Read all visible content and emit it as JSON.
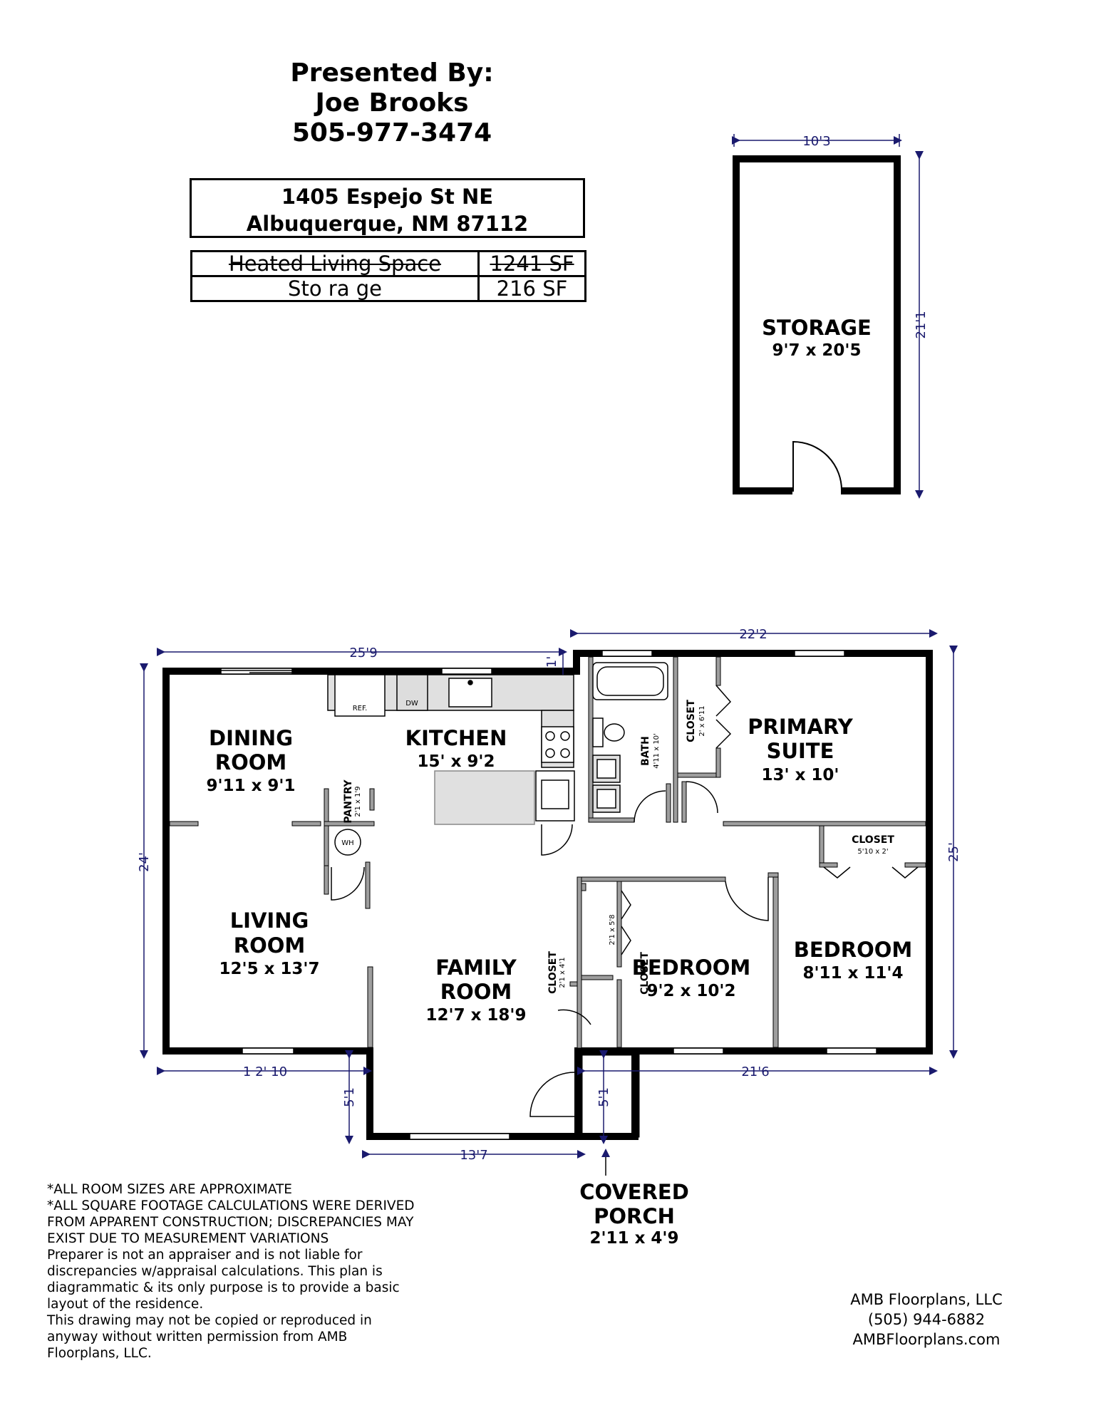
{
  "header": {
    "line1": "Presented By:",
    "line2": "Joe Brooks",
    "line3": "505-977-3474"
  },
  "address": {
    "line1": "1405 Espejo St NE",
    "line2": "Albuquerque, NM 87112"
  },
  "area_table": [
    {
      "label": "Heated Living Space",
      "value": "1241 SF"
    },
    {
      "label": "Sto ra ge",
      "value": "216 SF"
    }
  ],
  "rooms": {
    "storage": {
      "name": "STORAGE",
      "size": "9'7 x 20'5"
    },
    "dining": {
      "name1": "DINING",
      "name2": "ROOM",
      "size": "9'11 x 9'1"
    },
    "kitchen": {
      "name": "KITCHEN",
      "size": "15' x 9'2"
    },
    "primary": {
      "name1": "PRIMARY",
      "name2": "SUITE",
      "size": "13' x 10'"
    },
    "living": {
      "name1": "LIVING",
      "name2": "ROOM",
      "size": "12'5 x 13'7"
    },
    "family": {
      "name1": "FAMILY",
      "name2": "ROOM",
      "size": "12'7 x 18'9"
    },
    "bedroom2": {
      "name": "BEDROOM",
      "size": "9'2 x 10'2"
    },
    "bedroom3": {
      "name": "BEDROOM",
      "size": "8'11 x 11'4"
    },
    "porch": {
      "name1": "COVERED",
      "name2": "PORCH",
      "size": "2'11 x 4'9"
    }
  },
  "small_labels": {
    "closet_primary": "CLOSET",
    "closet_primary_size": "2' x 6'11",
    "bath": "BATH",
    "bath_size": "4'11 x 10'",
    "pantry": "PANTRY",
    "pantry_size": "2'1 x 1'9",
    "wh": "WH",
    "closet_hall": "CLOSET",
    "closet_hall_size": "5'10 x 2'",
    "closet_bed_size": "2'1 x 5'8",
    "closet_bed": "CLOSET",
    "closet_family": "CLOSET",
    "closet_family_size": "2'1 x 4'1",
    "ref": "REF.",
    "dw": "DW"
  },
  "dimensions": {
    "storage_width": "10'3",
    "storage_depth": "21'1",
    "house_top_left": "25'9",
    "house_top_right": "22'2",
    "offset_top": "1'",
    "house_left": "24'",
    "house_right": "25'",
    "bottom_left": "1 2' 10",
    "bottom_right": "21'6",
    "bump_left": "5'1",
    "bump_right": "5'1",
    "bump_width": "13'7"
  },
  "notes": [
    "*ALL ROOM SIZES ARE APPROXIMATE",
    "*ALL SQUARE FOOTAGE CALCULATIONS WERE DERIVED FROM APPARENT CONSTRUCTION; DISCREPANCIES MAY EXIST DUE TO MEASUREMENT VARIATIONS",
    "Preparer is not an appraiser and is not liable for discrepancies w/appraisal calculations. This plan is diagrammatic & its only purpose is to provide a basic layout of the residence.",
    "This drawing may not be copied or reproduced in anyway without written permission from AMB Floorplans, LLC."
  ],
  "company": {
    "name": "AMB Floorplans, LLC",
    "phone": "(505) 944-6882",
    "web": "AMBFloorplans.com"
  },
  "colors": {
    "wall": "#000000",
    "dimension": "#1a1a6e",
    "counter": "#e0e0e0"
  }
}
